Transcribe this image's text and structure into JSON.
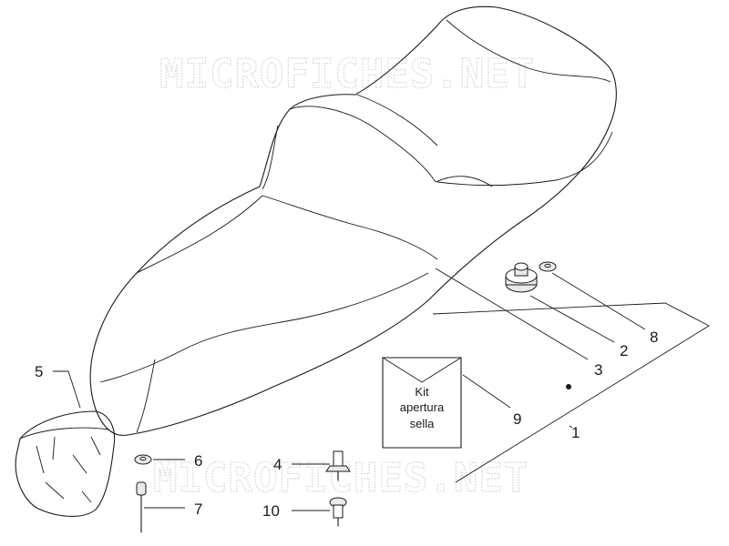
{
  "watermark": {
    "text": "MICROFICHES.NET"
  },
  "kit_label": {
    "lines": [
      "Kit",
      "apertura",
      "sella"
    ]
  },
  "callouts": {
    "c1": "1",
    "c2": "2",
    "c3": "3",
    "c4": "4",
    "c5": "5",
    "c6": "6",
    "c7": "7",
    "c8": "8",
    "c9": "9",
    "c10": "10"
  },
  "colors": {
    "line": "#1a1a1a",
    "watermark_outline": "#d2d2d2",
    "background": "#ffffff"
  }
}
